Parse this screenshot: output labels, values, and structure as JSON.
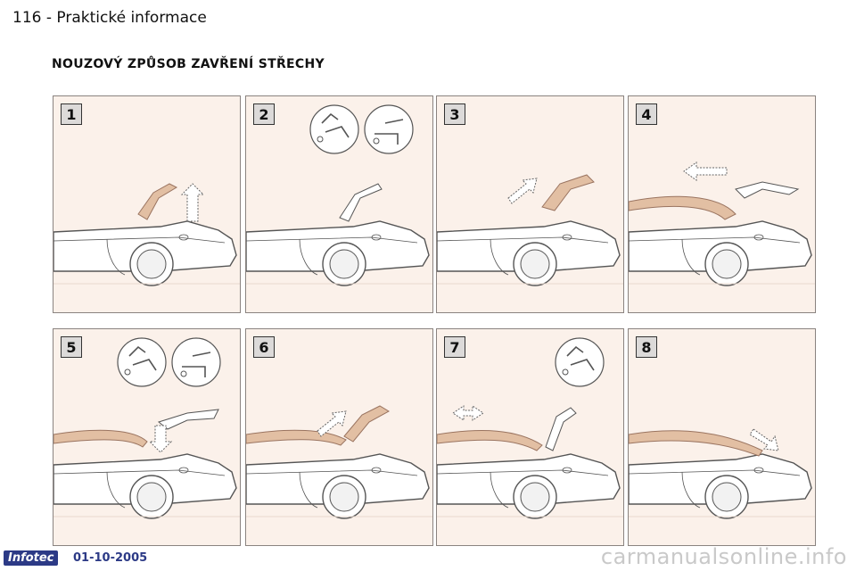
{
  "header": {
    "page_number": "116",
    "separator": " - ",
    "section": "Praktické informace"
  },
  "title": "NOUZOVÝ ZPŮSOB ZAVŘENÍ STŘECHY",
  "steps": [
    {
      "number": "1",
      "icons": [],
      "arrow": "up"
    },
    {
      "number": "2",
      "icons": [
        "hand-lever-icon",
        "hand-key-icon"
      ],
      "arrow": "none"
    },
    {
      "number": "3",
      "icons": [],
      "arrow": "up-left"
    },
    {
      "number": "4",
      "icons": [],
      "arrow": "left"
    },
    {
      "number": "5",
      "icons": [
        "hand-lever-icon",
        "hand-key-icon"
      ],
      "arrow": "down"
    },
    {
      "number": "6",
      "icons": [],
      "arrow": "up-left"
    },
    {
      "number": "7",
      "icons": [
        "hand-lever-icon"
      ],
      "arrow": "both"
    },
    {
      "number": "8",
      "icons": [],
      "arrow": "down-right"
    }
  ],
  "footer": {
    "logo": "Infotec",
    "date": "01-10-2005"
  },
  "watermark": "carmanualsonline.info",
  "colors": {
    "roof": "#e2bfa3",
    "panel_bg": "#fbf1ea",
    "car_line": "#555555",
    "logo_bg": "#2c3a86"
  }
}
